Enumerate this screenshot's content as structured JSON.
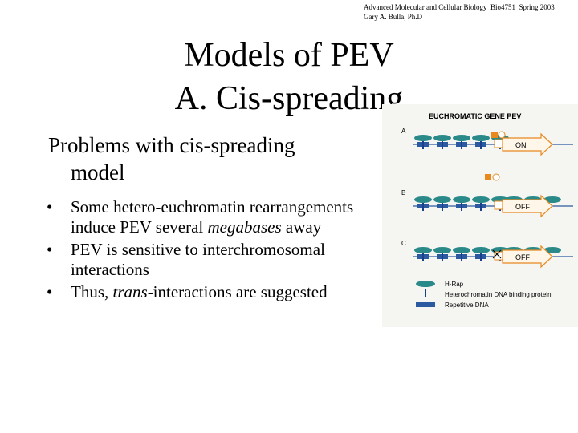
{
  "header": {
    "line1": "Advanced Molecular and Cellular Biology  Bio4751  Spring 2003",
    "line2": "Gary A. Bulla, Ph.D"
  },
  "title": {
    "line1": "Models of PEV",
    "line2": "A. Cis-spreading"
  },
  "lead": {
    "line1": "Problems with cis-spreading",
    "line2": "model"
  },
  "bullets": [
    {
      "pre": "Some hetero-euchromatin rearrangements induce PEV several ",
      "emph": "megabases",
      "post": " away"
    },
    {
      "pre": "PEV is sensitive to interchromosomal interactions",
      "emph": "",
      "post": ""
    },
    {
      "pre": "Thus, ",
      "emph": "trans",
      "post": "-interactions are suggested"
    }
  ],
  "figure": {
    "title": "EUCHROMATIC GENE PEV",
    "panels": [
      {
        "letter": "A",
        "state": "ON"
      },
      {
        "letter": "B",
        "state": "OFF"
      },
      {
        "letter": "C",
        "state": "OFF"
      }
    ],
    "legend": [
      "H-Rap",
      "Heterochromatin DNA binding protein",
      "Repetitive DNA"
    ],
    "colors": {
      "dna": "#2c5aa0",
      "protein": "#1b3f8a",
      "promoter": "#e8891f",
      "arrow": "#e8891f"
    }
  },
  "bullet_glyph": "•"
}
